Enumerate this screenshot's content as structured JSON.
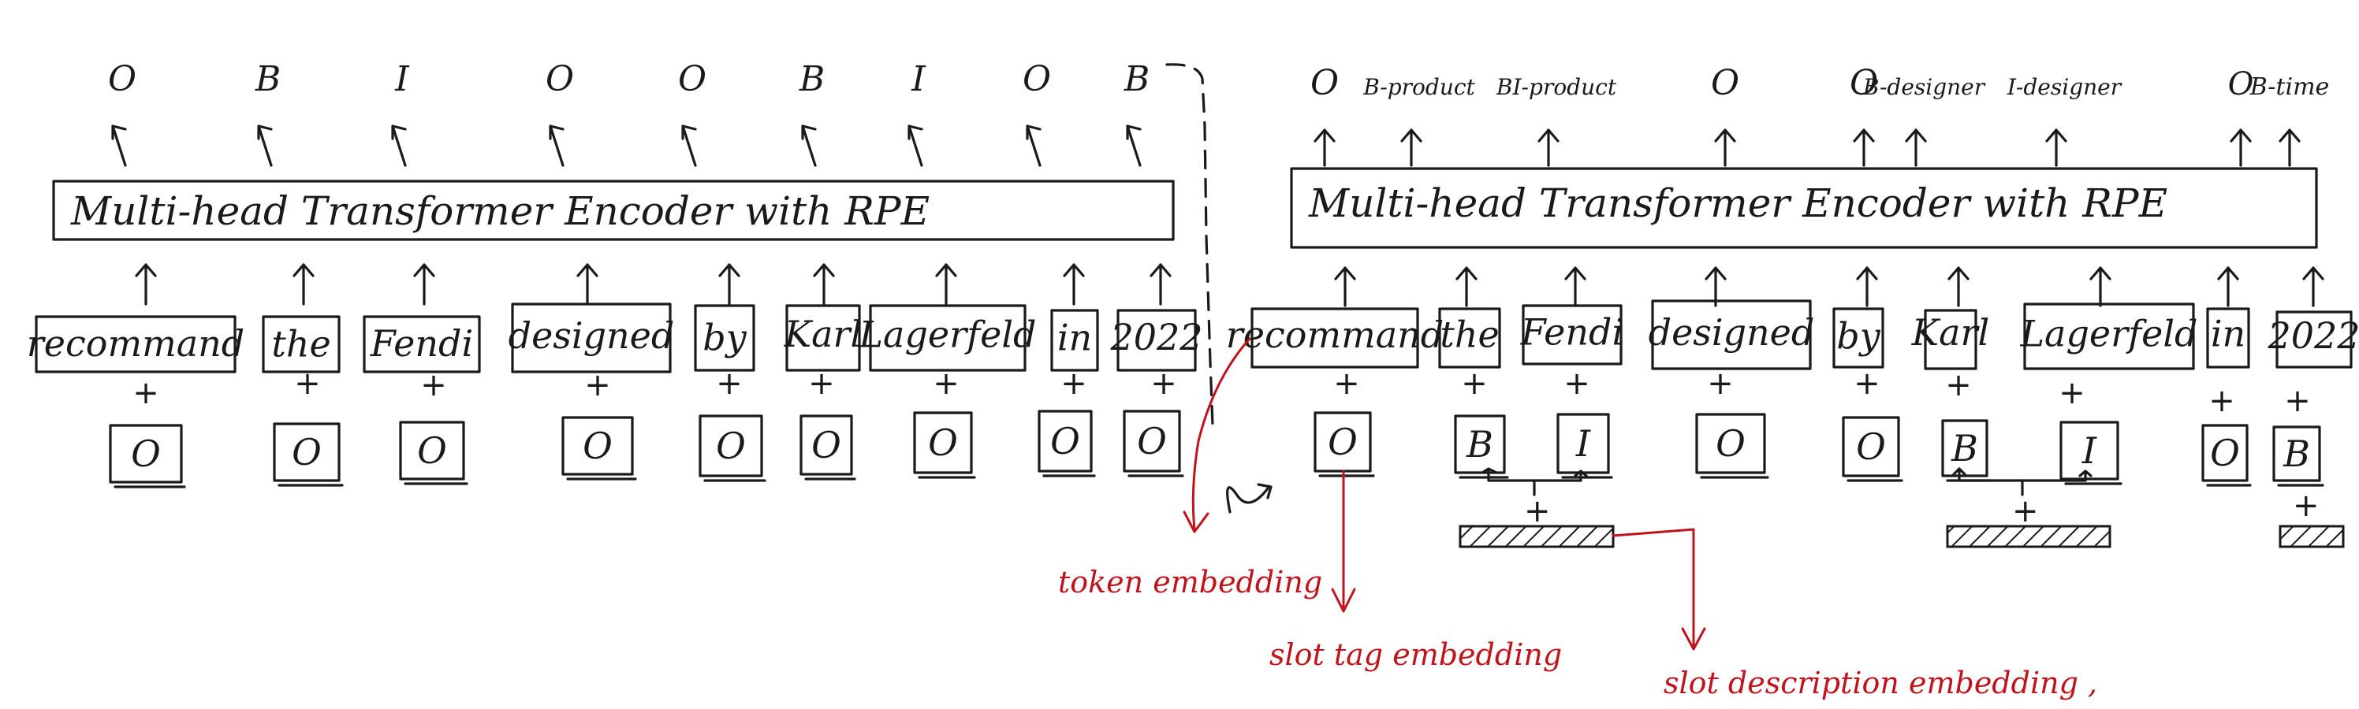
{
  "left": {
    "output_labels": [
      "O",
      "B",
      "I",
      "O",
      "O",
      "B",
      "I",
      "O",
      "B"
    ],
    "encoder": "Multi-head Transformer Encoder with RPE",
    "tokens": [
      "recommand",
      "the",
      "Fendi",
      "designed",
      "by",
      "Karl",
      "Lagerfeld",
      "in",
      "2022"
    ],
    "slot_tags": [
      "O",
      "O",
      "O",
      "O",
      "O",
      "O",
      "O",
      "O",
      "O"
    ]
  },
  "right": {
    "output_labels": [
      "O",
      "B-product",
      "BI-product",
      "O",
      "O",
      "B-designer",
      "I-designer",
      "O",
      "B-time"
    ],
    "encoder": "Multi-head Transformer Encoder with RPE",
    "tokens": [
      "recommand",
      "the",
      "Fendi",
      "designed",
      "by",
      "Karl",
      "Lagerfeld",
      "in",
      "2022"
    ],
    "slot_tags": [
      "O",
      "B",
      "I",
      "O",
      "O",
      "B",
      "I",
      "O",
      "B"
    ]
  },
  "plus_sign": "+",
  "annotations": {
    "token_embedding": "token embedding",
    "slot_tag_embedding": "slot tag embedding",
    "slot_description_embedding": "slot description embedding ,"
  },
  "colors": {
    "ink": "#1a1a1a",
    "annotation": "#c0141c"
  }
}
